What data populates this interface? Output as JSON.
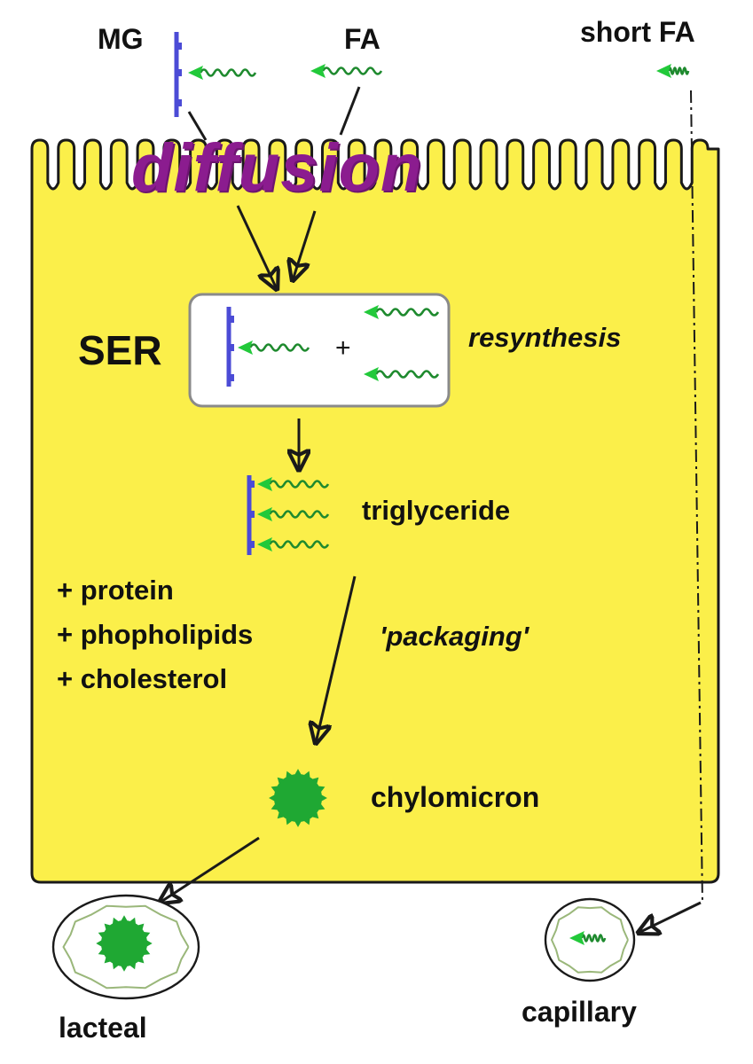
{
  "labels": {
    "mg": "MG",
    "fa": "FA",
    "short_fa": "short FA",
    "diffusion": "diffusion",
    "ser": "SER",
    "plus": "+",
    "resynthesis": "resynthesis",
    "triglyceride": "triglyceride",
    "additions": [
      "+ protein",
      "+ phopholipids",
      "+ cholesterol"
    ],
    "packaging": "'packaging'",
    "chylomicron": "chylomicron",
    "lacteal": "lacteal",
    "capillary": "capillary"
  },
  "colors": {
    "cell_fill": "#fbef4a",
    "outline": "#1a1a1a",
    "diffusion_text": "#8b1c8f",
    "glycerol": "#4b4bd6",
    "fatty_acid_head": "#22c93a",
    "fatty_acid_tail": "#1e8a2e",
    "chylomicron": "#1fa833",
    "vessel_outline": "#9ab77a"
  }
}
